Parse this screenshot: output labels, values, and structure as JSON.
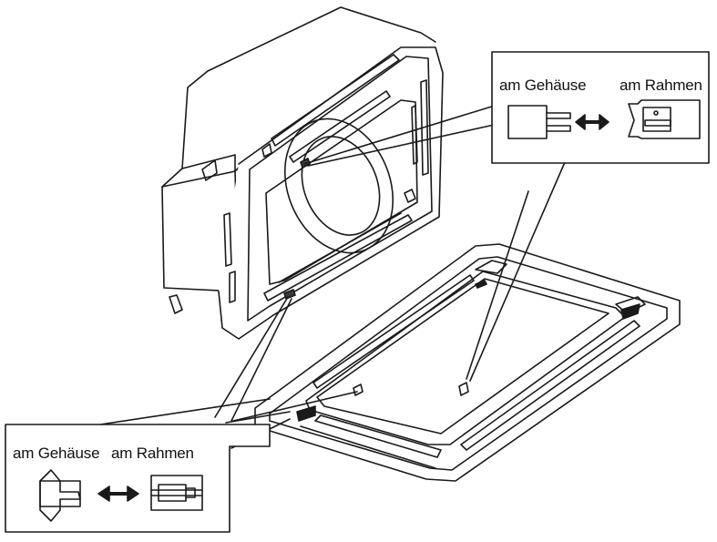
{
  "callout_top": {
    "left_label": "am Gehäuse",
    "right_label": "am Rahmen"
  },
  "callout_bottom": {
    "left_label": "am Gehäuse",
    "right_label": "am Rahmen"
  },
  "colors": {
    "line": "#1a1a1a",
    "background": "#ffffff",
    "shade": "#3a3a3a"
  }
}
